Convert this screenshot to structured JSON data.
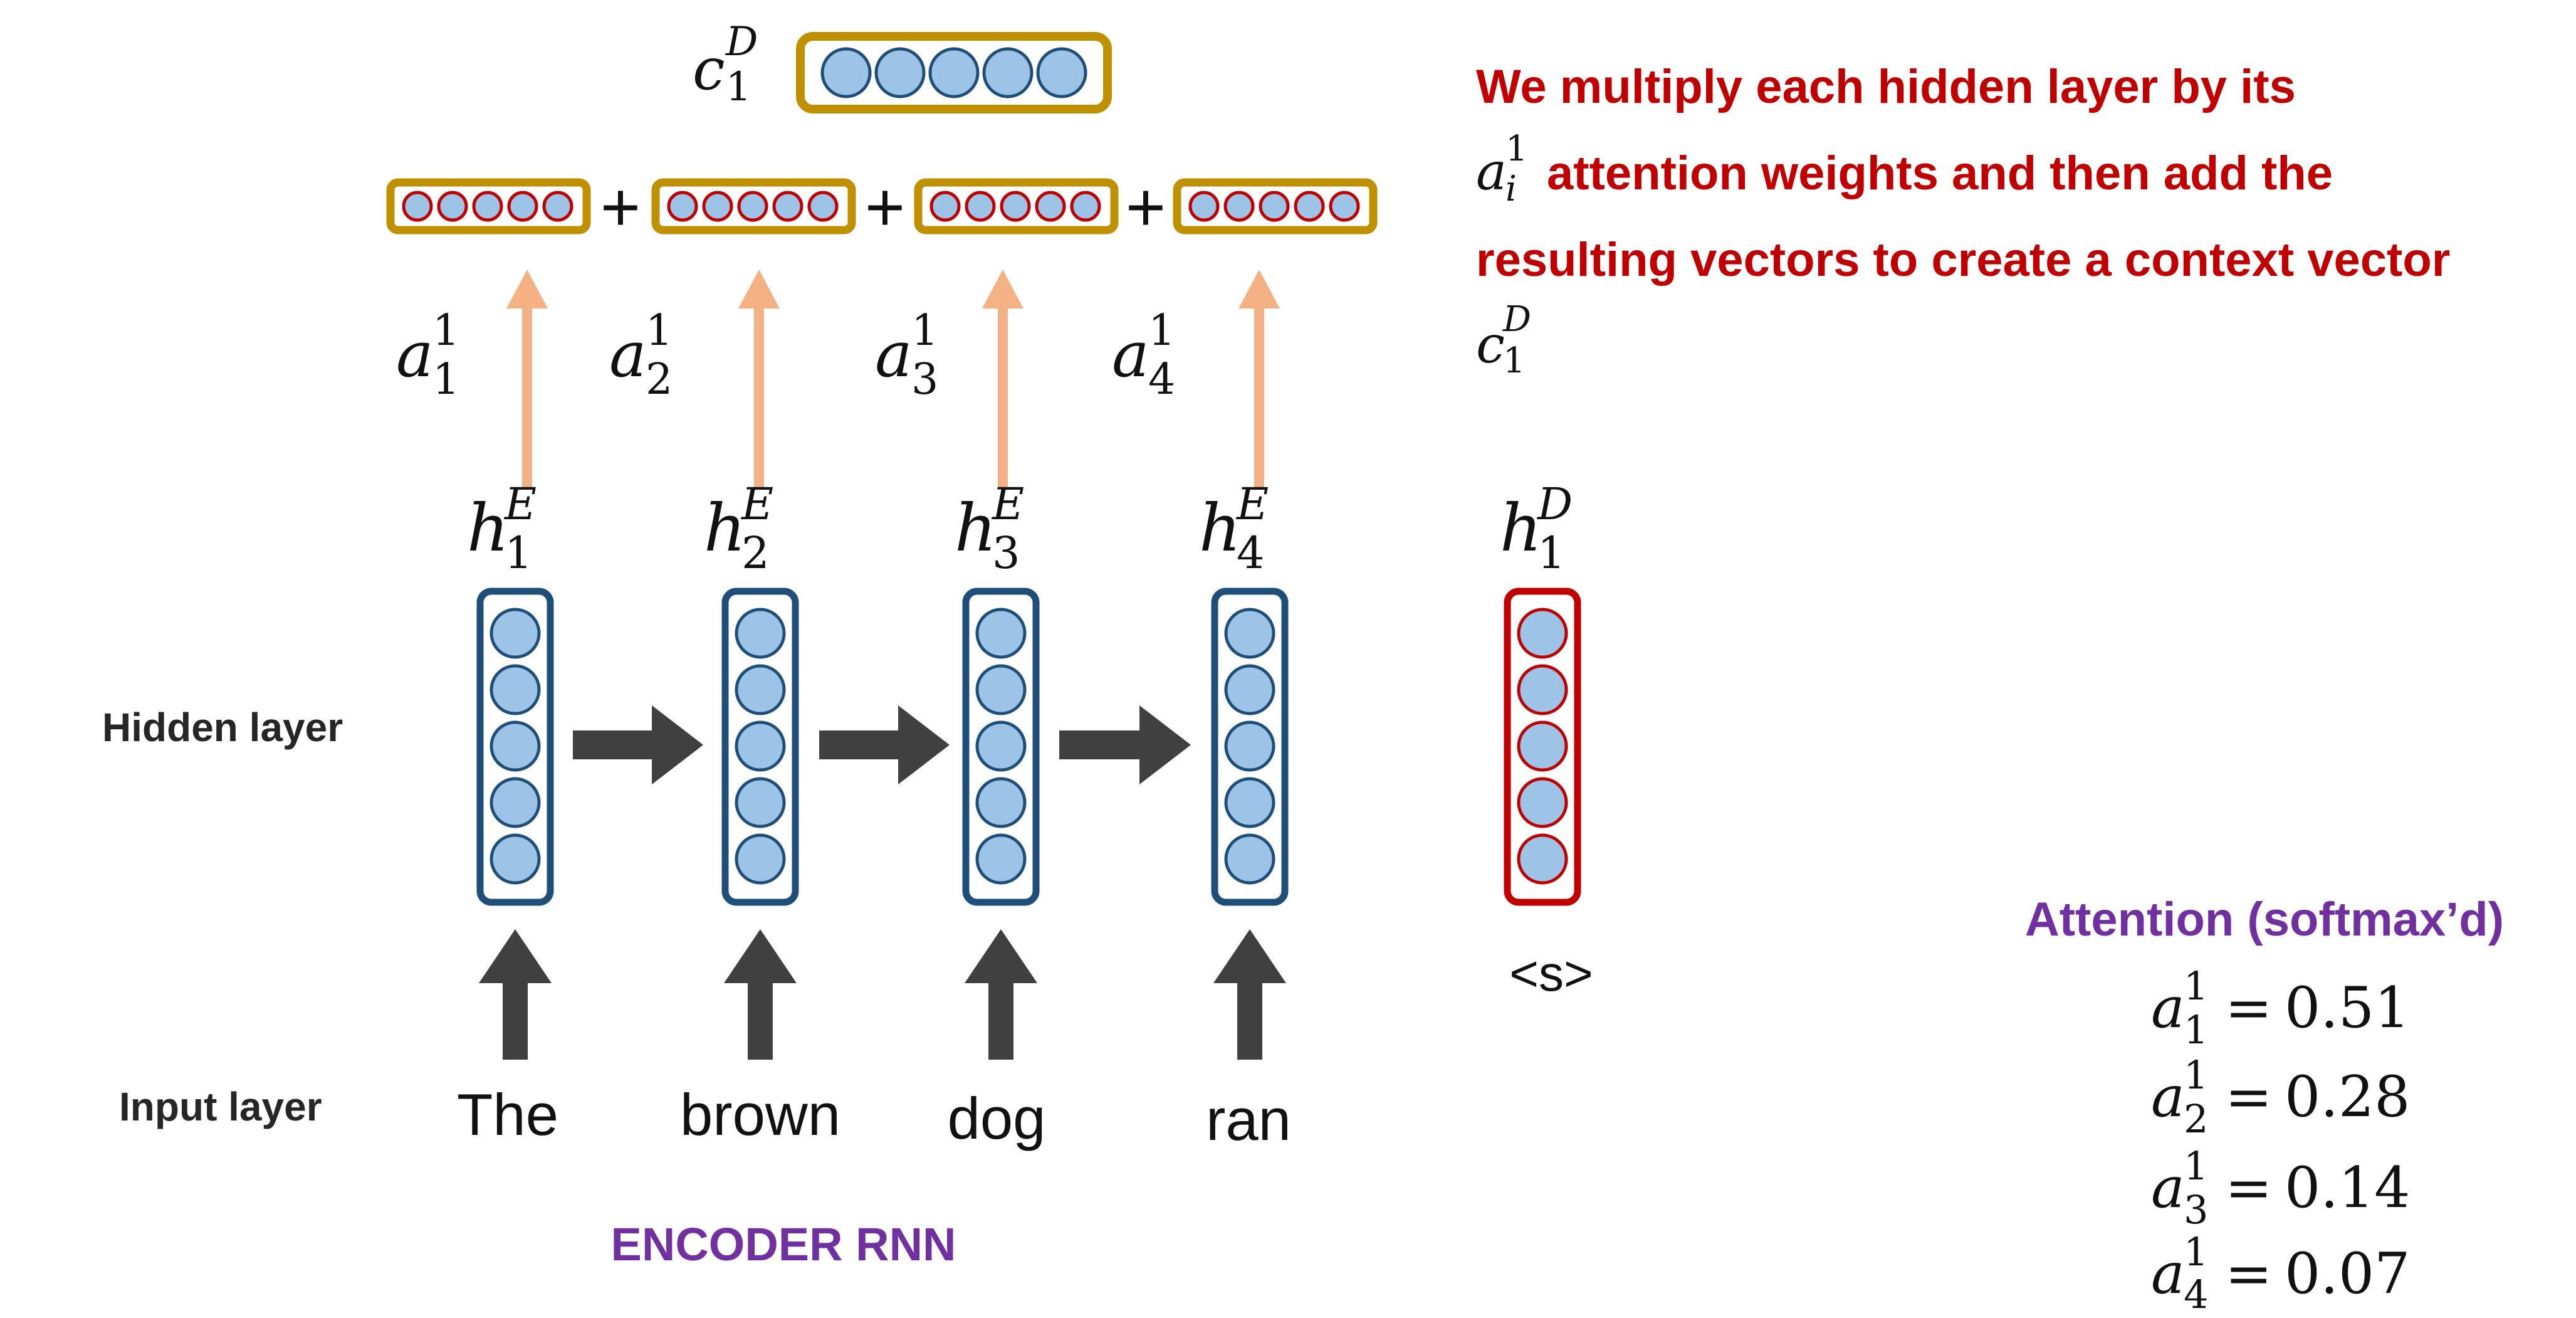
{
  "colors": {
    "encoder_outline": "#1f4e79",
    "decoder_outline": "#c00000",
    "context_outline": "#bf9000",
    "node_fill": "#9dc3e6",
    "arrow_dark": "#404040",
    "arrow_attention": "#f4b183",
    "explanation_text": "#c00000",
    "purple_text": "#7030a0"
  },
  "labels": {
    "hidden_layer": "Hidden layer",
    "input_layer": "Input layer",
    "encoder_rnn": "ENCODER RNN",
    "start_token": "<s>",
    "plus": "+"
  },
  "context_vector": {
    "base": "c",
    "sub": "1",
    "sup": "D"
  },
  "encoder_states": [
    {
      "base": "h",
      "sub": "1",
      "sup": "E",
      "word": "The"
    },
    {
      "base": "h",
      "sub": "2",
      "sup": "E",
      "word": "brown"
    },
    {
      "base": "h",
      "sub": "3",
      "sup": "E",
      "word": "dog"
    },
    {
      "base": "h",
      "sub": "4",
      "sup": "E",
      "word": "ran"
    }
  ],
  "decoder_state": {
    "base": "h",
    "sub": "1",
    "sup": "D"
  },
  "attention_labels": [
    {
      "base": "a",
      "sub": "1",
      "sup": "1"
    },
    {
      "base": "a",
      "sub": "2",
      "sup": "1"
    },
    {
      "base": "a",
      "sub": "3",
      "sup": "1"
    },
    {
      "base": "a",
      "sub": "4",
      "sup": "1"
    }
  ],
  "explanation": {
    "line1": "We multiply each hidden layer by its",
    "line2_math": {
      "base": "a",
      "sub": "i",
      "sup": "1"
    },
    "line2_text": "attention weights and then add the",
    "line3": "resulting vectors to create a context vector",
    "line4_math": {
      "base": "c",
      "sub": "1",
      "sup": "D"
    }
  },
  "attention_panel": {
    "title": "Attention (softmax’d)",
    "equals": "=",
    "weights": [
      {
        "base": "a",
        "sub": "1",
        "sup": "1",
        "value": "0.51"
      },
      {
        "base": "a",
        "sub": "2",
        "sup": "1",
        "value": "0.28"
      },
      {
        "base": "a",
        "sub": "3",
        "sup": "1",
        "value": "0.14"
      },
      {
        "base": "a",
        "sub": "4",
        "sup": "1",
        "value": "0.07"
      }
    ]
  }
}
